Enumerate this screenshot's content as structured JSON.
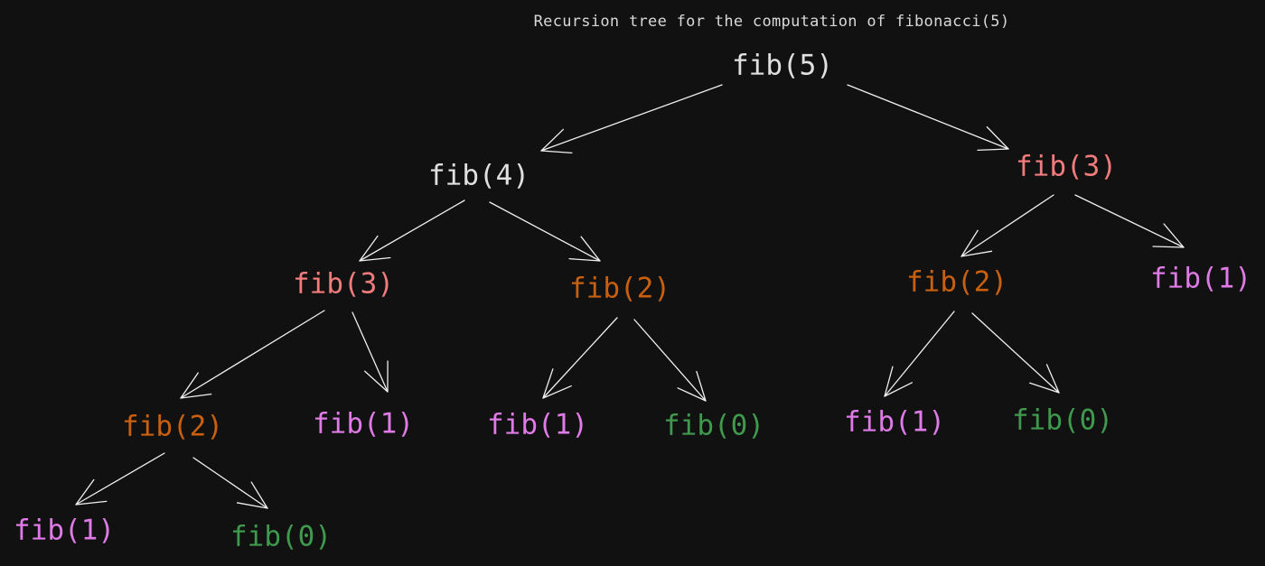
{
  "title": "Recursion tree for the computation of fibonacci(5)",
  "colors": {
    "background": "#111111",
    "depth0": "#e0e0e0",
    "fib3": "#f27c7c",
    "fib2": "#c8600f",
    "fib1": "#df7ae6",
    "fib0": "#3f9a4e",
    "fib4": "#e0e0e0",
    "arrow": "#f0f0f0"
  },
  "nodes": [
    {
      "id": "n5",
      "label": "fib(5)",
      "kind": "fib5"
    },
    {
      "id": "n4",
      "label": "fib(4)",
      "kind": "fib4"
    },
    {
      "id": "n3r",
      "label": "fib(3)",
      "kind": "fib3"
    },
    {
      "id": "n3l",
      "label": "fib(3)",
      "kind": "fib3"
    },
    {
      "id": "n2m",
      "label": "fib(2)",
      "kind": "fib2"
    },
    {
      "id": "n2r",
      "label": "fib(2)",
      "kind": "fib2"
    },
    {
      "id": "n1r",
      "label": "fib(1)",
      "kind": "fib1"
    },
    {
      "id": "n2ll",
      "label": "fib(2)",
      "kind": "fib2"
    },
    {
      "id": "n1l",
      "label": "fib(1)",
      "kind": "fib1"
    },
    {
      "id": "n1m",
      "label": "fib(1)",
      "kind": "fib1"
    },
    {
      "id": "n0m",
      "label": "fib(0)",
      "kind": "fib0"
    },
    {
      "id": "n1rr",
      "label": "fib(1)",
      "kind": "fib1"
    },
    {
      "id": "n0rr",
      "label": "fib(0)",
      "kind": "fib0"
    },
    {
      "id": "n1ll",
      "label": "fib(1)",
      "kind": "fib1"
    },
    {
      "id": "n0ll",
      "label": "fib(0)",
      "kind": "fib0"
    }
  ],
  "edges": [
    {
      "from": "n5",
      "to": "n4"
    },
    {
      "from": "n5",
      "to": "n3r"
    },
    {
      "from": "n4",
      "to": "n3l"
    },
    {
      "from": "n4",
      "to": "n2m"
    },
    {
      "from": "n3r",
      "to": "n2r"
    },
    {
      "from": "n3r",
      "to": "n1r"
    },
    {
      "from": "n3l",
      "to": "n2ll"
    },
    {
      "from": "n3l",
      "to": "n1l"
    },
    {
      "from": "n2m",
      "to": "n1m"
    },
    {
      "from": "n2m",
      "to": "n0m"
    },
    {
      "from": "n2r",
      "to": "n1rr"
    },
    {
      "from": "n2r",
      "to": "n0rr"
    },
    {
      "from": "n2ll",
      "to": "n1ll"
    },
    {
      "from": "n2ll",
      "to": "n0ll"
    }
  ]
}
